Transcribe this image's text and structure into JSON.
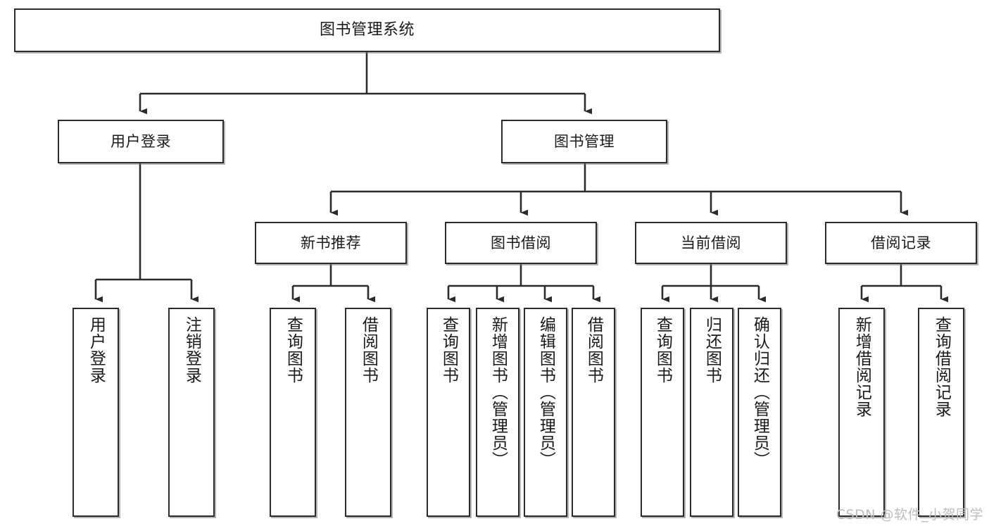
{
  "diagram": {
    "title": "图书管理系统",
    "type": "hierarchy-tree",
    "background_color": "#ffffff",
    "line_color": "#2b2b2b",
    "box_fill": "#ffffff",
    "text_color": "#1a1a1a"
  },
  "watermark": {
    "text": "CSDN @软件_小贺同学",
    "color": "#bdbdbd"
  },
  "nodes": {
    "root": {
      "label": "图书管理系统"
    },
    "level2": [
      {
        "id": "user-login",
        "label": "用户登录"
      },
      {
        "id": "book-management",
        "label": "图书管理"
      }
    ],
    "level3": [
      {
        "id": "new-book-recommend",
        "label": "新书推荐"
      },
      {
        "id": "book-borrow",
        "label": "图书借阅"
      },
      {
        "id": "current-borrow",
        "label": "当前借阅"
      },
      {
        "id": "borrow-record",
        "label": "借阅记录"
      }
    ],
    "leaves": [
      {
        "id": "leaf-user-login",
        "label": "用户登录"
      },
      {
        "id": "leaf-logout-login",
        "label": "注销登录"
      },
      {
        "id": "leaf-query-book-1",
        "label": "查询图书"
      },
      {
        "id": "leaf-borrow-book-1",
        "label": "借阅图书"
      },
      {
        "id": "leaf-query-book-2",
        "label": "查询图书"
      },
      {
        "id": "leaf-add-book",
        "label": "新增图书（管理员）"
      },
      {
        "id": "leaf-edit-book",
        "label": "编辑图书（管理员）"
      },
      {
        "id": "leaf-borrow-book-2",
        "label": "借阅图书"
      },
      {
        "id": "leaf-query-book-3",
        "label": "查询图书"
      },
      {
        "id": "leaf-return-book",
        "label": "归还图书"
      },
      {
        "id": "leaf-confirm-return",
        "label": "确认归还（管理员）"
      },
      {
        "id": "leaf-add-record",
        "label": "新增借阅记录"
      },
      {
        "id": "leaf-query-record",
        "label": "查询借阅记录"
      }
    ]
  }
}
